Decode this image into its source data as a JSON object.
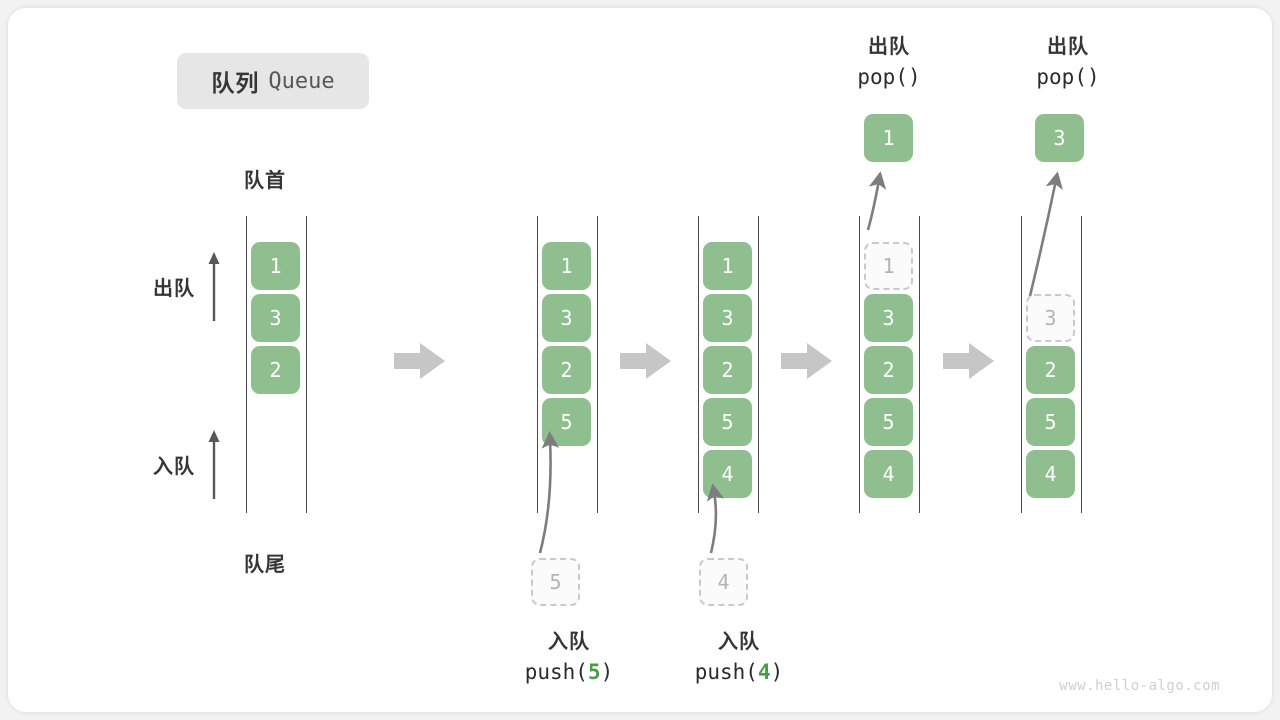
{
  "title": {
    "cn": "队列",
    "en": "Queue"
  },
  "labels": {
    "head": "队首",
    "tail": "队尾",
    "dequeue": "出队",
    "enqueue": "入队"
  },
  "colors": {
    "cell_fill": "#8fbf8f",
    "ghost_border": "#c9c9c9",
    "accent_green": "#4c9a4c",
    "rail": "#4a4a4a",
    "step_arrow": "#c6c6c6",
    "badge_bg": "#e6e6e6"
  },
  "columns": [
    {
      "id": "initial",
      "slots": [
        {
          "value": "1",
          "state": "filled"
        },
        {
          "value": "3",
          "state": "filled"
        },
        {
          "value": "2",
          "state": "filled"
        }
      ]
    },
    {
      "id": "after-push-5",
      "slots": [
        {
          "value": "1",
          "state": "filled"
        },
        {
          "value": "3",
          "state": "filled"
        },
        {
          "value": "2",
          "state": "filled"
        },
        {
          "value": "5",
          "state": "filled"
        }
      ]
    },
    {
      "id": "after-push-4",
      "slots": [
        {
          "value": "1",
          "state": "filled"
        },
        {
          "value": "3",
          "state": "filled"
        },
        {
          "value": "2",
          "state": "filled"
        },
        {
          "value": "5",
          "state": "filled"
        },
        {
          "value": "4",
          "state": "filled"
        }
      ]
    },
    {
      "id": "pop-1",
      "slots": [
        {
          "value": "1",
          "state": "ghost"
        },
        {
          "value": "3",
          "state": "filled"
        },
        {
          "value": "2",
          "state": "filled"
        },
        {
          "value": "5",
          "state": "filled"
        },
        {
          "value": "4",
          "state": "filled"
        }
      ]
    },
    {
      "id": "pop-3",
      "slots": [
        {
          "value": "",
          "state": "empty"
        },
        {
          "value": "3",
          "state": "ghost"
        },
        {
          "value": "2",
          "state": "filled"
        },
        {
          "value": "5",
          "state": "filled"
        },
        {
          "value": "4",
          "state": "filled"
        }
      ]
    }
  ],
  "operations": {
    "push_5": {
      "cn": "入队",
      "code_prefix": "push(",
      "code_value": "5",
      "code_suffix": ")",
      "pending_value": "5"
    },
    "push_4": {
      "cn": "入队",
      "code_prefix": "push(",
      "code_value": "4",
      "code_suffix": ")",
      "pending_value": "4"
    },
    "pop_1": {
      "cn": "出队",
      "code": "pop()",
      "popped_value": "1"
    },
    "pop_3": {
      "cn": "出队",
      "code": "pop()",
      "popped_value": "3"
    }
  },
  "watermark": "www.hello-algo.com"
}
